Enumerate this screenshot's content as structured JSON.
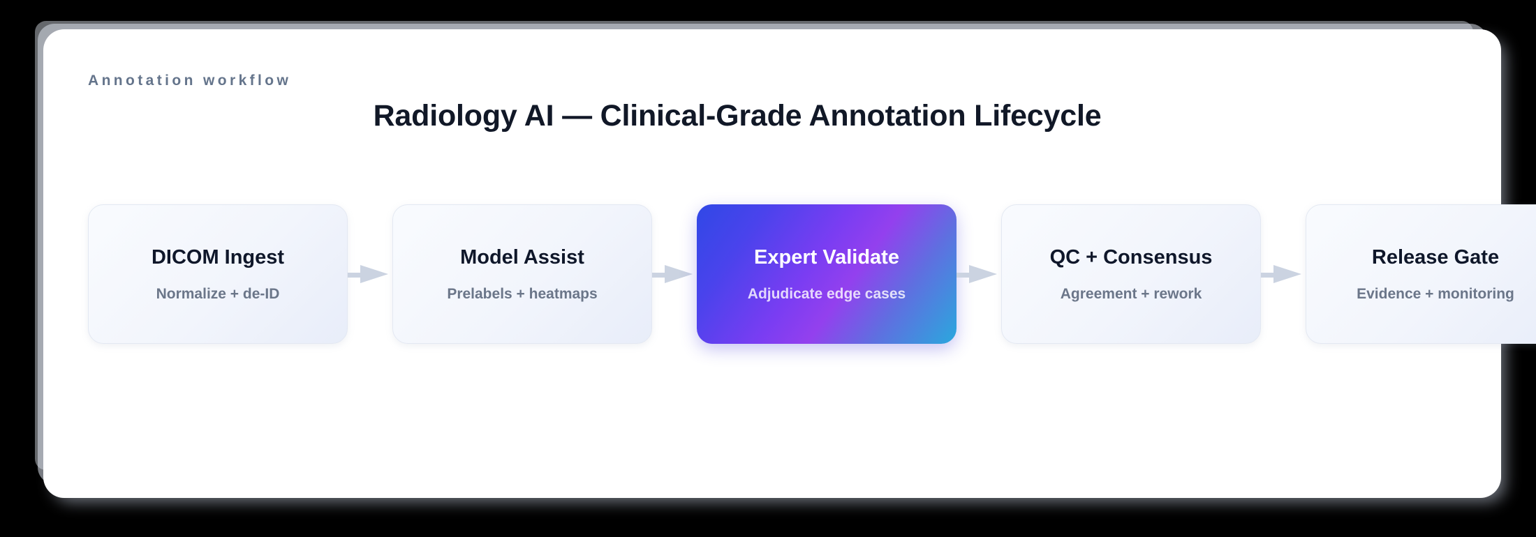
{
  "header": {
    "eyebrow": "Annotation workflow",
    "title": "Radiology AI — Clinical-Grade Annotation Lifecycle"
  },
  "colors": {
    "panel_bg": "#ffffff",
    "canvas_bg": "#000000",
    "eyebrow_text": "#64748b",
    "title_text": "#111827",
    "node_title_text": "#0f172a",
    "node_sub_text": "#6b7689",
    "node_border": "#e3e8f2",
    "connector": "#cbd3e1",
    "active_gradient_start": "#3048e6",
    "active_gradient_mid": "#8b3ef0",
    "active_gradient_end": "#2aa8dd"
  },
  "flow": {
    "connector_icon": "arrow-right-icon",
    "steps": [
      {
        "title": "DICOM Ingest",
        "subtitle": "Normalize + de-ID",
        "active": false
      },
      {
        "title": "Model Assist",
        "subtitle": "Prelabels + heatmaps",
        "active": false
      },
      {
        "title": "Expert Validate",
        "subtitle": "Adjudicate edge cases",
        "active": true
      },
      {
        "title": "QC + Consensus",
        "subtitle": "Agreement + rework",
        "active": false
      },
      {
        "title": "Release Gate",
        "subtitle": "Evidence + monitoring",
        "active": false
      }
    ]
  }
}
